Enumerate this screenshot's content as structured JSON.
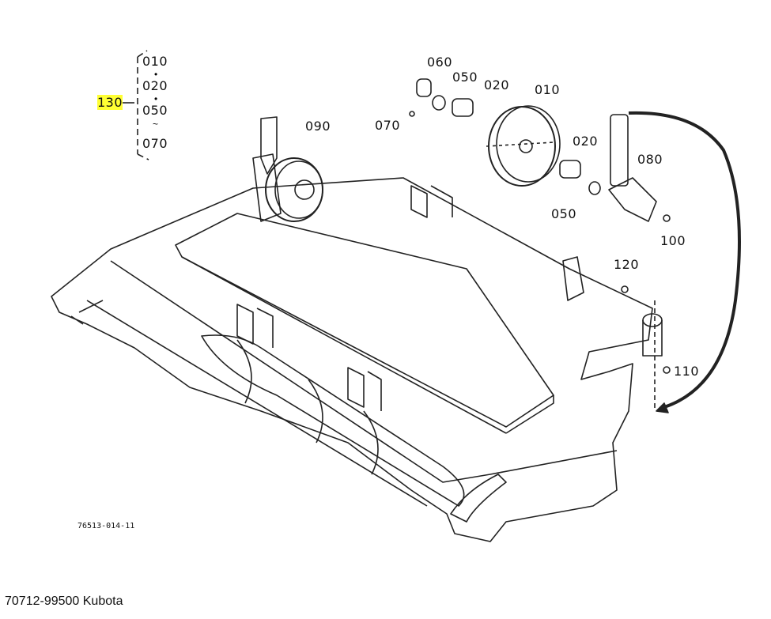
{
  "diagram": {
    "group_label": "130",
    "group_items": [
      "010",
      "020",
      "050",
      "070"
    ],
    "callouts": {
      "c060": "060",
      "c050a": "050",
      "c020a": "020",
      "c010": "010",
      "c070": "070",
      "c090": "090",
      "c020b": "020",
      "c080": "080",
      "c050b": "050",
      "c100": "100",
      "c120": "120",
      "c110": "110"
    },
    "drawing_number": "76513-014-11",
    "highlight_color": "#ffff33"
  },
  "caption": "70712-99500 Kubota"
}
